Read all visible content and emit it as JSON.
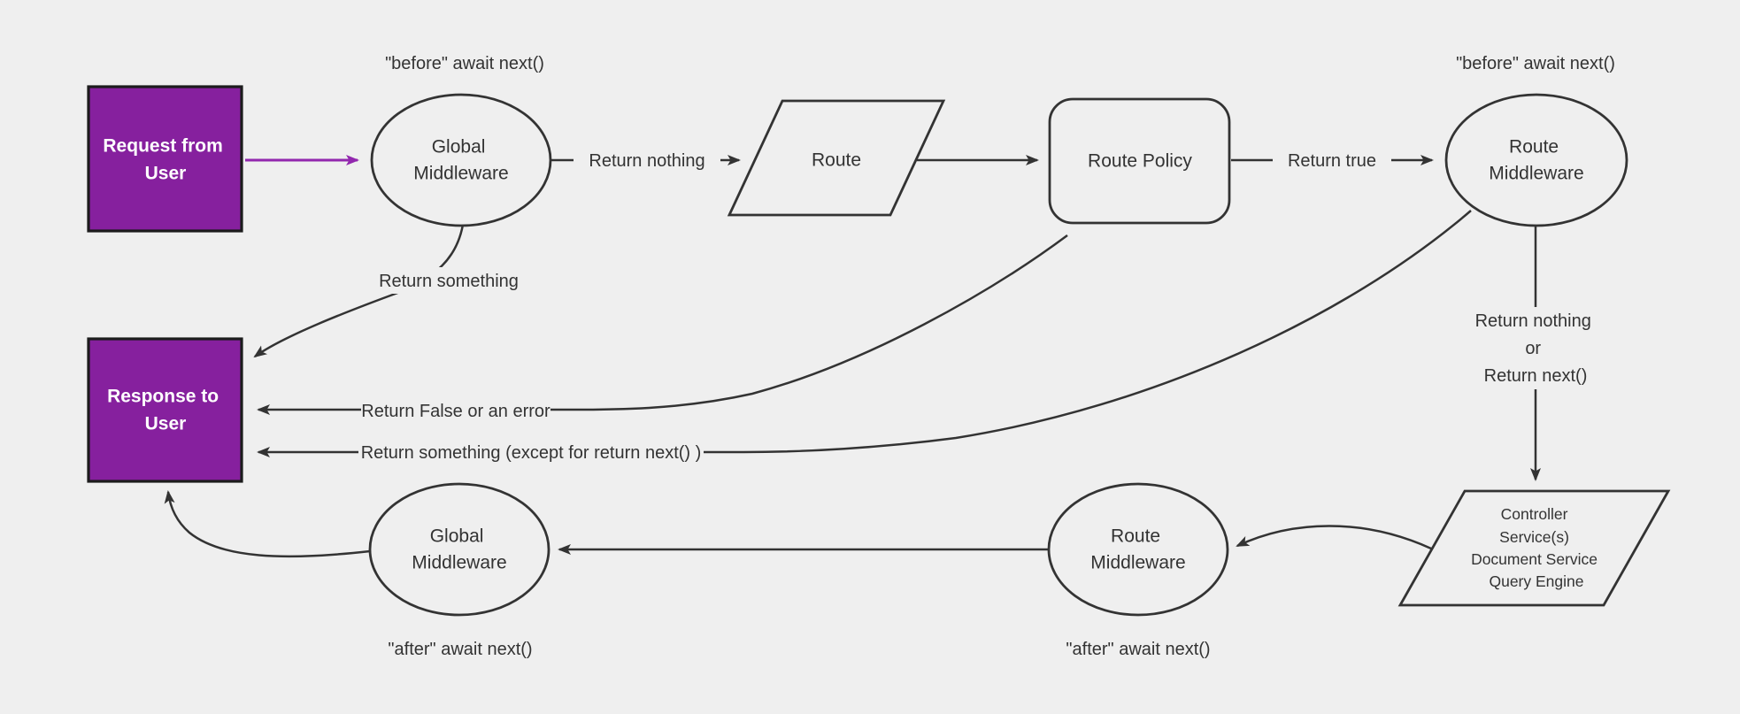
{
  "diagram": {
    "type": "flowchart",
    "colors": {
      "background": "#efefef",
      "stroke": "#333333",
      "accent_fill": "#86209E",
      "accent_arrow": "#9227AE",
      "accent_border": "#1c1c1c",
      "node_text": "#333333",
      "accent_text": "#ffffff"
    },
    "nodes": {
      "request": {
        "lines": [
          "Request from",
          "User"
        ]
      },
      "global_mw_top": {
        "lines": [
          "Global",
          "Middleware"
        ]
      },
      "route": {
        "label": "Route"
      },
      "route_policy": {
        "label": "Route Policy"
      },
      "route_mw_top": {
        "lines": [
          "Route",
          "Middleware"
        ]
      },
      "controller": {
        "lines": [
          "Controller",
          "Service(s)",
          "Document Service",
          "Query Engine"
        ]
      },
      "route_mw_bottom": {
        "lines": [
          "Route",
          "Middleware"
        ]
      },
      "global_mw_bottom": {
        "lines": [
          "Global",
          "Middleware"
        ]
      },
      "response": {
        "lines": [
          "Response to",
          "User"
        ]
      }
    },
    "edge_labels": {
      "before_left": "\"before\" await next()",
      "before_right": "\"before\" await next()",
      "after_left": "\"after\" await next()",
      "after_right": "\"after\" await next()",
      "return_nothing": "Return nothing",
      "return_true": "Return true",
      "return_something": "Return something",
      "return_false": "Return False or an error",
      "return_something_except": "Return something (except for return next() )",
      "return_nothing_or": {
        "lines": [
          "Return nothing",
          "or",
          "Return next()"
        ]
      }
    }
  }
}
